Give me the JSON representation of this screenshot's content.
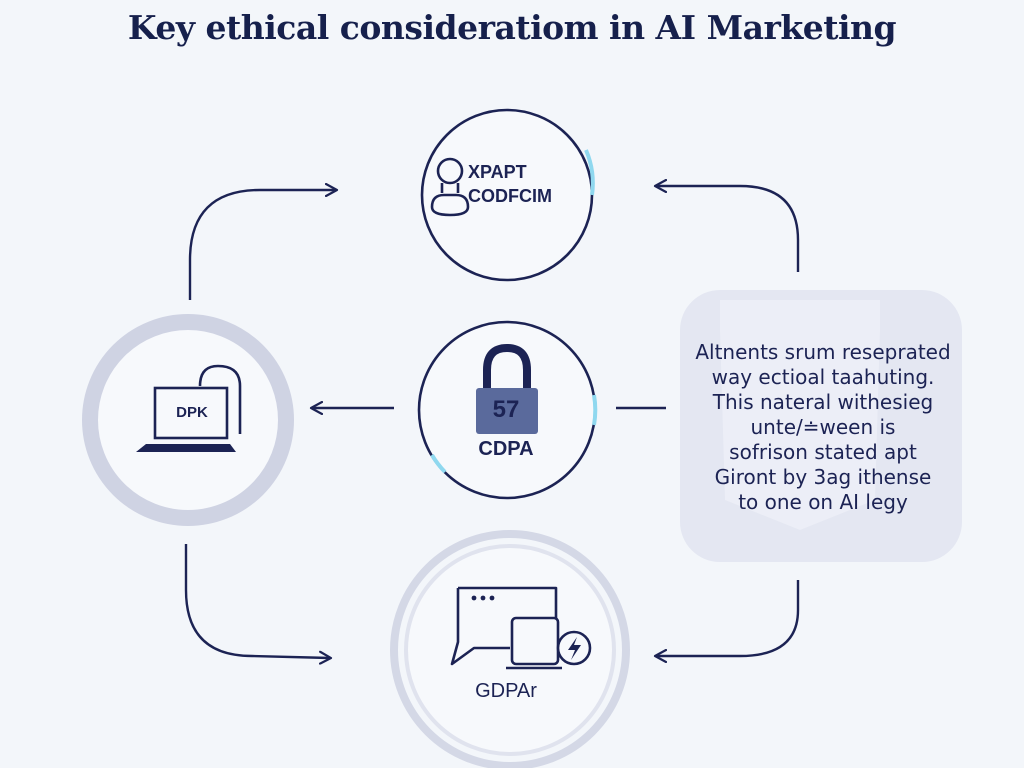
{
  "title": "Key ethical consideratiom in AI Marketing",
  "nodes": {
    "top": {
      "line1": "XPAPT",
      "line2": "CODFCIM",
      "icon": "person-icon"
    },
    "left": {
      "label": "DPK",
      "icon": "laptop-icon"
    },
    "center": {
      "number": "57",
      "label": "CDPA",
      "icon": "padlock-icon"
    },
    "bottom": {
      "label": "GDPAr",
      "icon": "devices-icon"
    }
  },
  "side_panel": {
    "lines": [
      "Altnents srum reseprated",
      "way ectioal taahuting.",
      "This nateral withesieg",
      "unte/≐ween is",
      "sofrison stated apt",
      "Giront by 3ag ithense",
      "to one on AI legy"
    ]
  },
  "colors": {
    "navy": "#1c2354",
    "accent": "#8fd8ef",
    "ring": "#cfd3e3",
    "panel": "#e4e7f2",
    "background": "#f3f6fa"
  }
}
